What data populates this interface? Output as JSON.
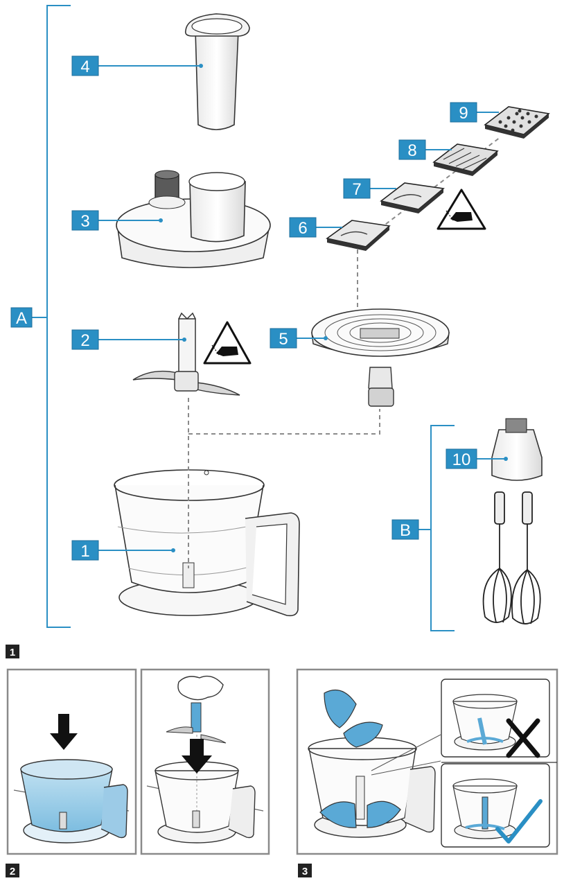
{
  "labels": {
    "group_a": "A",
    "group_b": "B",
    "part_1": "1",
    "part_2": "2",
    "part_3": "3",
    "part_4": "4",
    "part_5": "5",
    "part_6": "6",
    "part_7": "7",
    "part_8": "8",
    "part_9": "9",
    "part_10": "10"
  },
  "steps": {
    "step_1": "1",
    "step_2": "2",
    "step_3": "3"
  },
  "colors": {
    "label_fill": "#2a8fc4",
    "label_border": "#1f6f9c",
    "bracket": "#2a8fc4",
    "outline": "#333333",
    "panel_border": "#8a8a8a",
    "step_badge": "#222222",
    "highlight": "#5aa9d6",
    "warning": "#111111",
    "check": "#2a8fc4"
  },
  "icons": [
    "warning-cut-hand-icon",
    "cross-icon",
    "check-icon",
    "down-arrow-icon"
  ]
}
